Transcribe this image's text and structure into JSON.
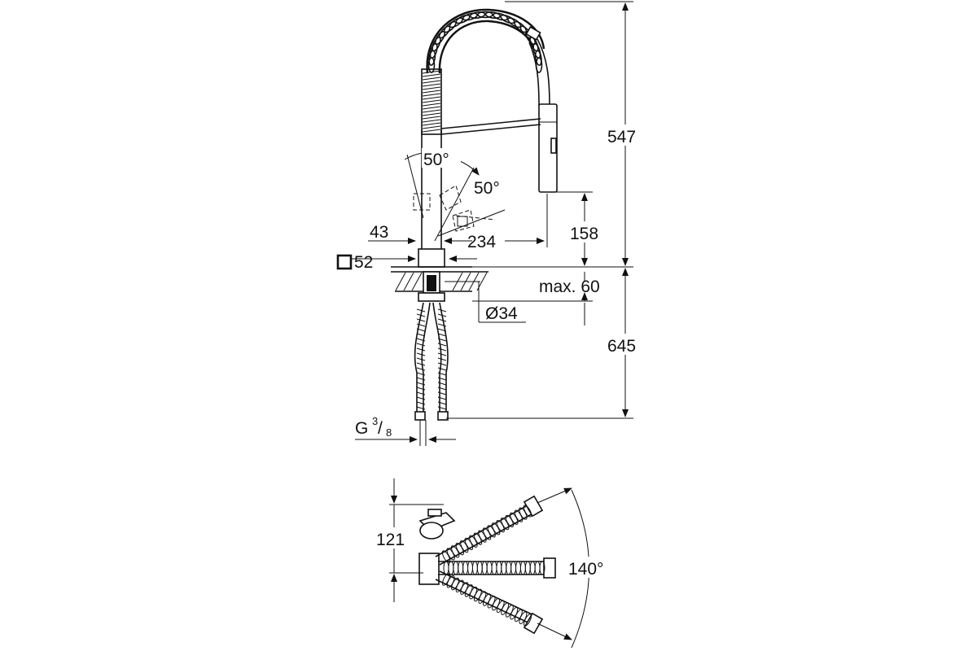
{
  "dimensions": {
    "height_upper": "547",
    "height_lower": "645",
    "spout_outlet_height": "158",
    "max_counter_thickness": "max. 60",
    "hole_diameter": "Ø34",
    "base_square": "52",
    "lever_offset": "43",
    "spout_reach": "234",
    "lever_angle_1": "50°",
    "lever_angle_2": "50°",
    "thread_prefix": "G",
    "thread_num": "3",
    "thread_den": "8",
    "top_view_height": "121",
    "swivel_angle": "140°"
  }
}
